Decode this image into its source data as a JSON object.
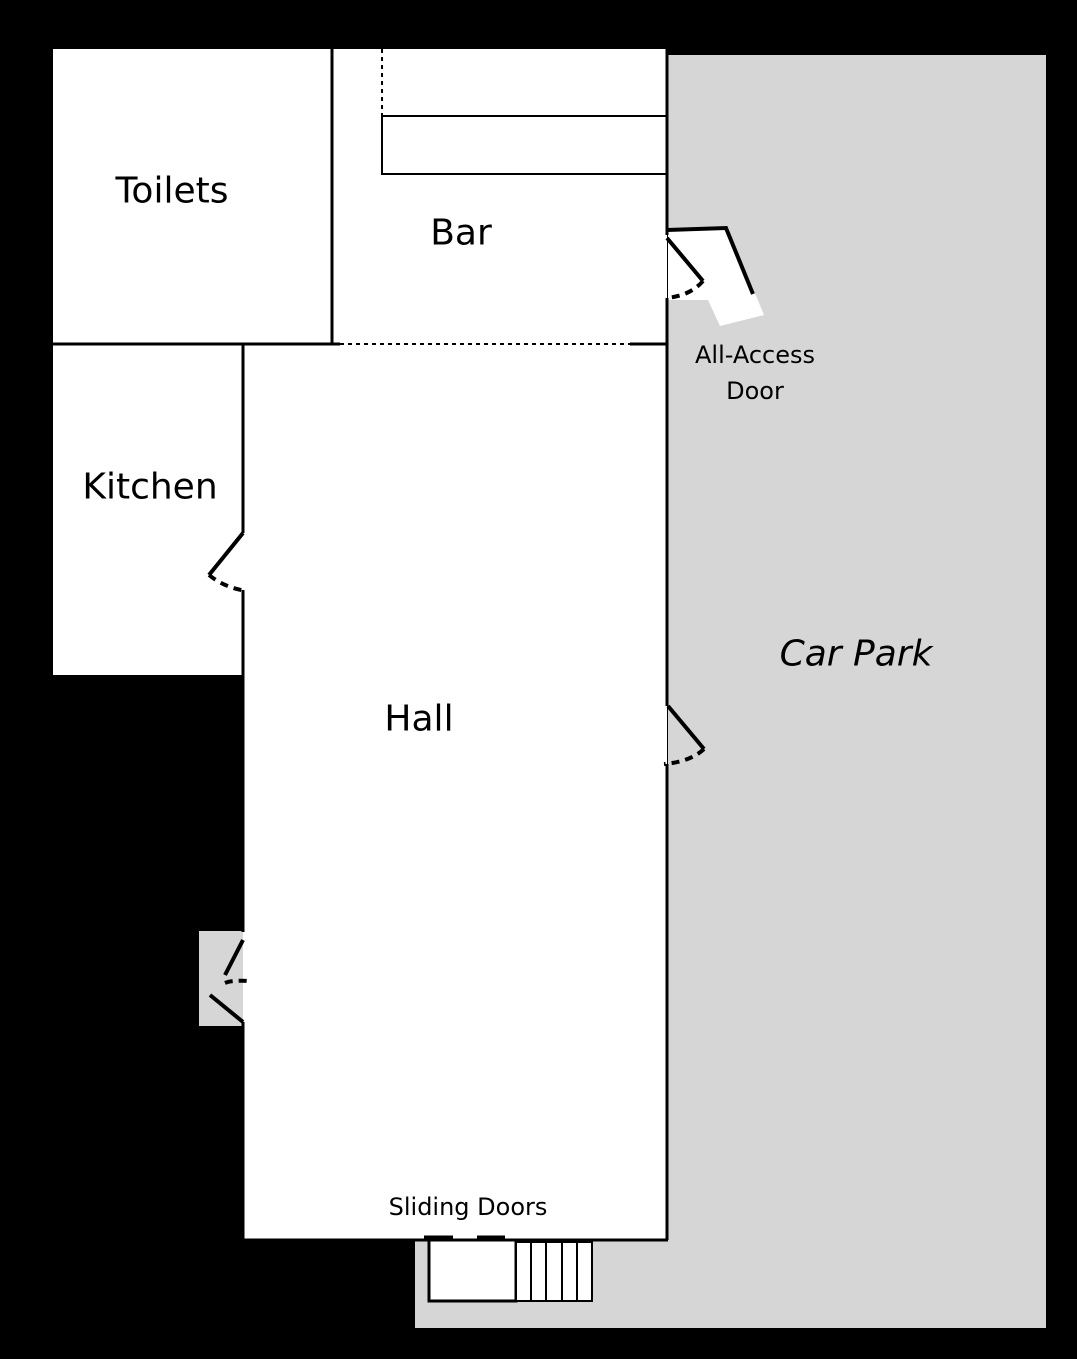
{
  "colors": {
    "background": "#000000",
    "room_fill": "#ffffff",
    "car_park_fill": "#d6d6d6",
    "wall": "#000000"
  },
  "rooms": {
    "toilets": {
      "label": "Toilets"
    },
    "bar": {
      "label": "Bar"
    },
    "kitchen": {
      "label": "Kitchen"
    },
    "hall": {
      "label": "Hall"
    },
    "car_park": {
      "label": "Car Park"
    }
  },
  "annotations": {
    "all_access_door_line1": "All-Access",
    "all_access_door_line2": "Door",
    "sliding_doors": "Sliding Doors"
  },
  "steps": {
    "count": 4
  }
}
